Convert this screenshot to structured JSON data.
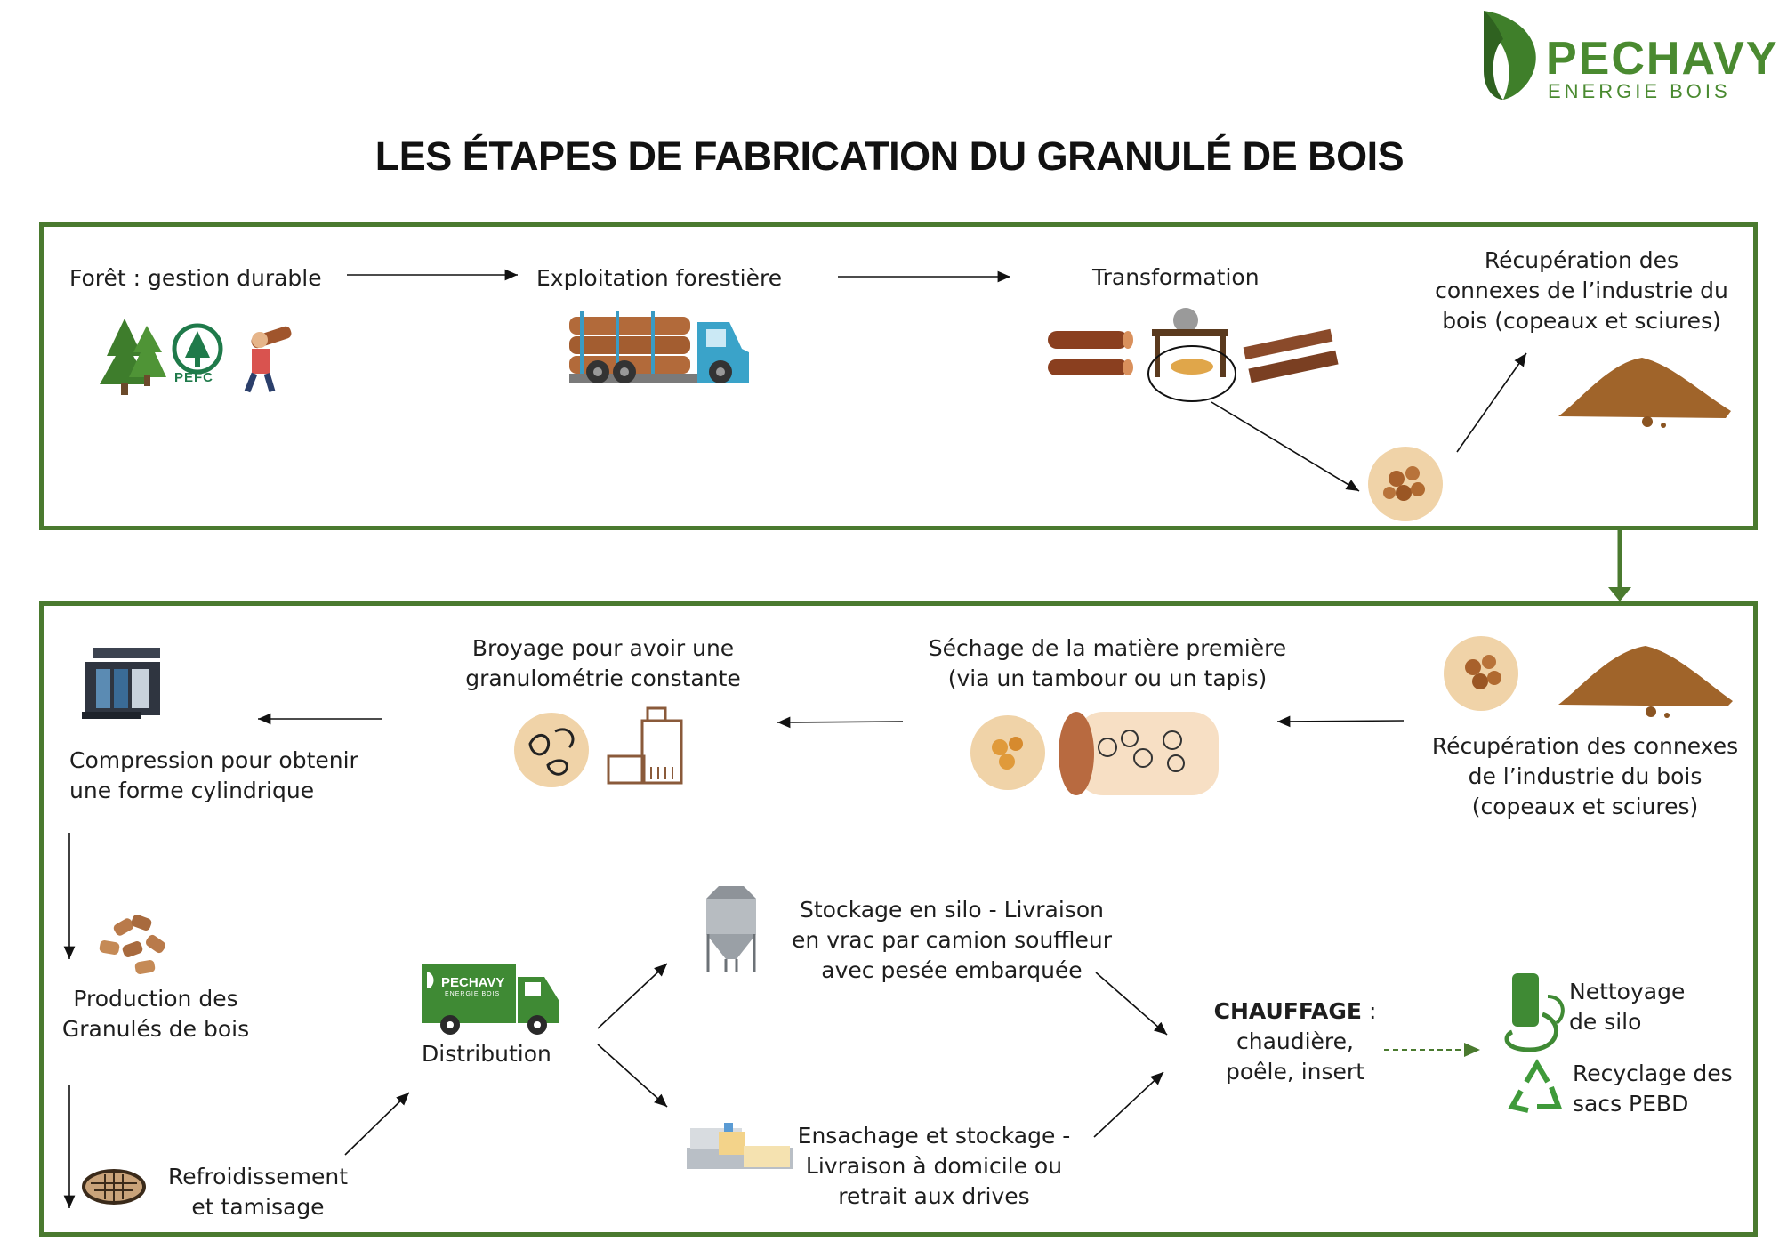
{
  "brand": {
    "name": "PECHAVY",
    "tagline": "ENERGIE BOIS",
    "accent": "#4a7a2f",
    "logo_green": "#4a8a30"
  },
  "title": "LES ÉTAPES DE FABRICATION DU GRANULÉ DE BOIS",
  "top_section": {
    "forest": "Forêt : gestion durable",
    "pefc_label": "PEFC",
    "exploitation": "Exploitation forestière",
    "transformation": "Transformation",
    "recovery": [
      "Récupération des",
      "connexes de l’industrie du",
      "bois (copeaux et sciures)"
    ]
  },
  "bottom_section": {
    "recovery": [
      "Récupération des connexes",
      "de l’industrie du bois",
      "(copeaux et sciures)"
    ],
    "drying": [
      "Séchage de la matière première",
      "(via un tambour ou un tapis)"
    ],
    "grinding": [
      "Broyage pour avoir une",
      "granulométrie constante"
    ],
    "compression": [
      "Compression pour obtenir",
      "une forme cylindrique"
    ],
    "production": [
      "Production des",
      "Granulés de bois"
    ],
    "cooling": [
      "Refroidissement",
      "et tamisage"
    ],
    "distribution": "Distribution",
    "truck_brand": "PECHAVY",
    "truck_sub": "ENERGIE BOIS",
    "silo": [
      "Stockage en silo - Livraison",
      "en vrac par camion souffleur",
      "avec pesée embarquée"
    ],
    "bagging": [
      "Ensachage et stockage  -",
      "Livraison à domicile ou",
      "retrait aux drives"
    ],
    "heating_bold": "CHAUFFAGE",
    "heating_rest": " :",
    "heating_lines": [
      "chaudière,",
      "poêle, insert"
    ],
    "cleaning": [
      "Nettoyage",
      "de silo"
    ],
    "recycling": [
      "Recyclage des",
      "sacs PEBD"
    ]
  }
}
